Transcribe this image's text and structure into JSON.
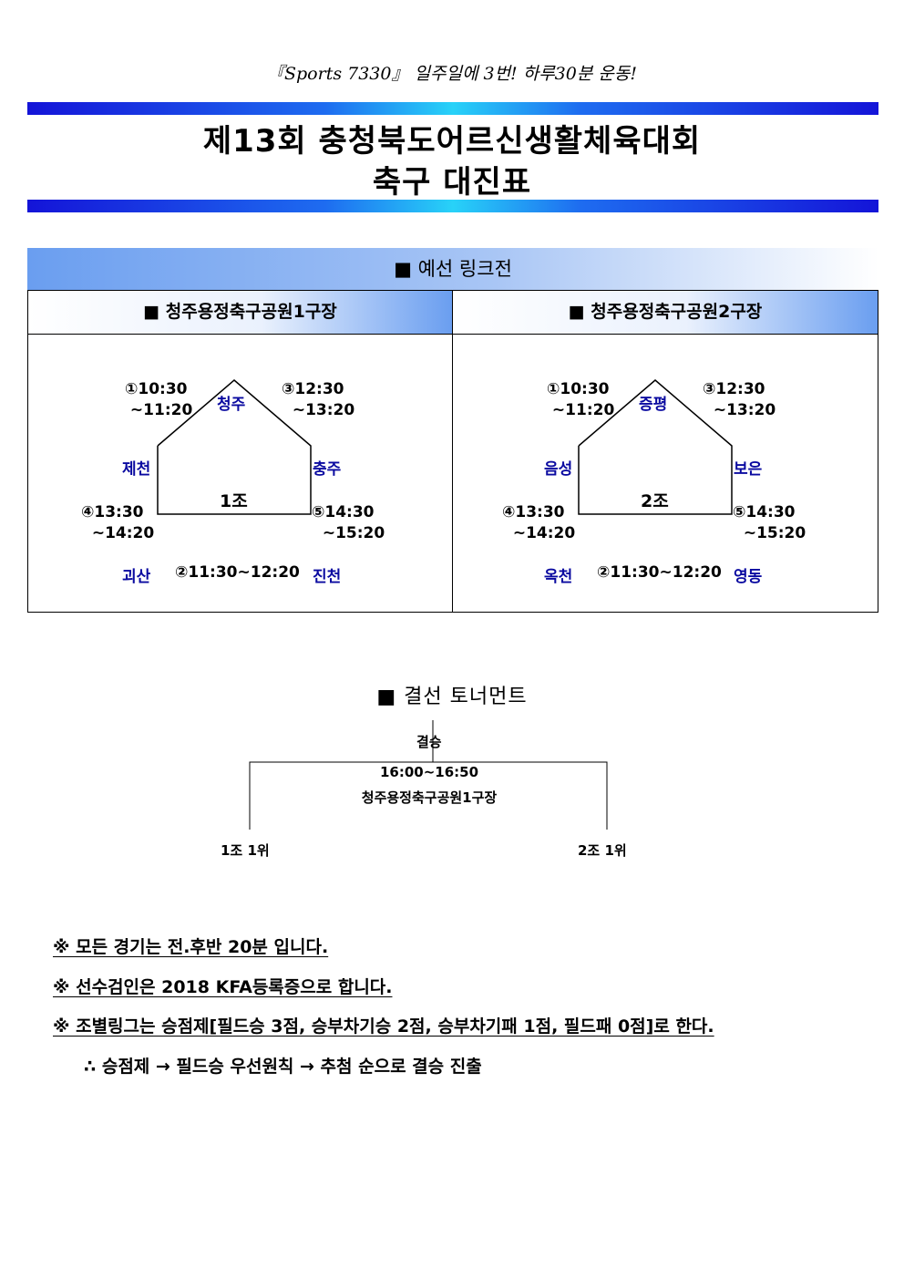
{
  "header": {
    "slogan": "『Sports 7330』 일주일에 3번! 하루30분 운동!",
    "title_line1": "제13회 충청북도어르신생활체육대회",
    "title_line2": "축구 대진표"
  },
  "prelim": {
    "heading": "■ 예선 링크전",
    "venues": [
      {
        "name": "■ 청주용정축구공원1구장",
        "group": "1조",
        "teams": {
          "top": "청주",
          "left": "제천",
          "right": "충주",
          "bottom_left": "괴산",
          "bottom_right": "진천"
        },
        "matches": {
          "m1": "①10:30\n ~11:20",
          "m3": "③12:30\n  ~13:20",
          "m4": "④13:30\n  ~14:20",
          "m5": "⑤14:30\n  ~15:20",
          "m2": "②11:30~12:20"
        }
      },
      {
        "name": "■ 청주용정축구공원2구장",
        "group": "2조",
        "teams": {
          "top": "증평",
          "left": "음성",
          "right": "보은",
          "bottom_left": "옥천",
          "bottom_right": "영동"
        },
        "matches": {
          "m1": "①10:30\n ~11:20",
          "m3": "③12:30\n  ~13:20",
          "m4": "④13:30\n  ~14:20",
          "m5": "⑤14:30\n  ~15:20",
          "m2": "②11:30~12:20"
        }
      }
    ]
  },
  "final": {
    "heading": "■ 결선 토너먼트",
    "label": "결승",
    "time": "16:00~16:50",
    "venue": "청주용정축구공원1구장",
    "left_team": "1조 1위",
    "right_team": "2조 1위"
  },
  "notes": [
    "※ 모든 경기는 전.후반 20분 입니다.",
    "※ 선수검인은 2018 KFA등록증으로 합니다.",
    "※ 조별링그는 승점제[필드승 3점, 승부차기승 2점, 승부차기패 1점, 필드패 0점]로 한다.",
    "∴ 승점제 → 필드승 우선원칙 → 추첨 순으로 결승 진출"
  ]
}
